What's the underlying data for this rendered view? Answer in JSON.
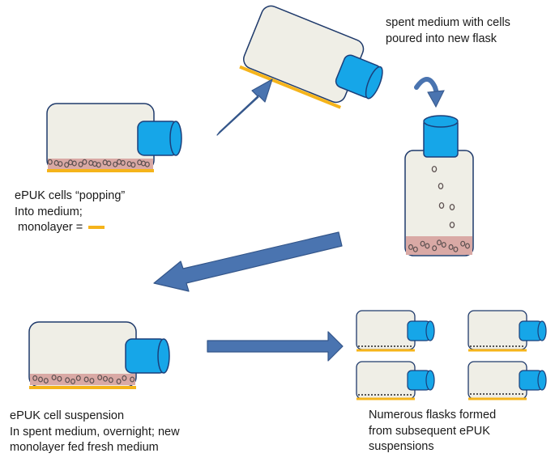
{
  "labels": {
    "spent_medium": [
      "spent medium with cells",
      "poured into new flask"
    ],
    "popping": [
      "ePUK cells  “popping”",
      "Into medium;",
      " monolayer = "
    ],
    "suspension": [
      "ePUK cell suspension",
      "In spent medium, overnight; new",
      "monolayer fed fresh medium"
    ],
    "numerous": [
      "Numerous flasks formed",
      "from  subsequent ePUK",
      "suspensions"
    ]
  },
  "colors": {
    "flask_body": "#efeee6",
    "flask_outline": "#1f3a6b",
    "cap": "#16a6e8",
    "cap_outline": "#1b3f7a",
    "medium": "#d9a9a5",
    "monolayer": "#f5b41b",
    "cell": "#5c5050",
    "arrow": "#4a74b0",
    "arrow_outline": "#34568a",
    "text": "#1a1a1a"
  }
}
